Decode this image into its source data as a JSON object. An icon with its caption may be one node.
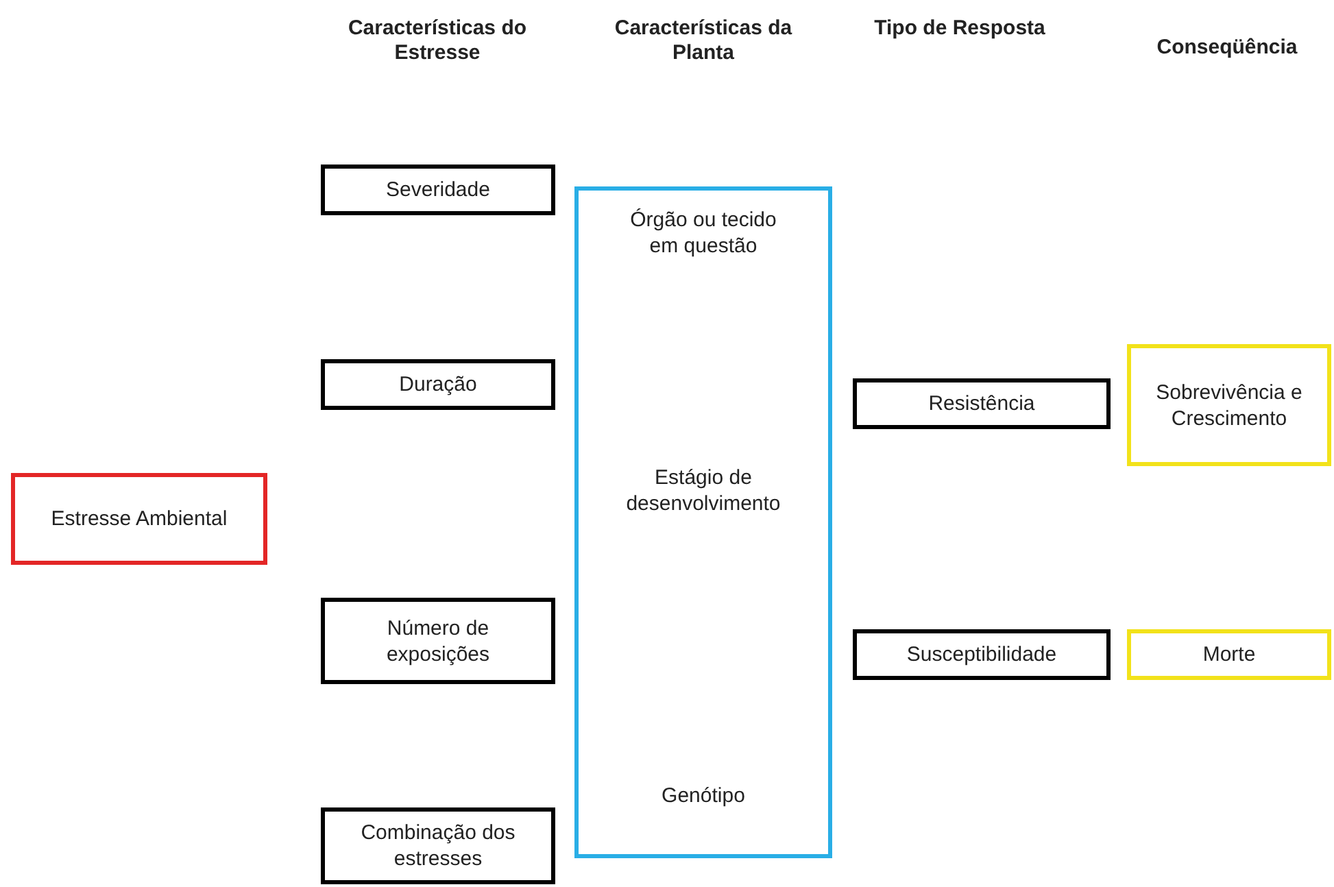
{
  "diagram": {
    "nodes": [
      {
        "text": [
          "Estresse Ambiental"
        ]
      },
      {
        "text": [
          "Severidade"
        ]
      },
      {
        "text": [
          "Duração"
        ]
      },
      {
        "text": [
          "Número de exposições"
        ]
      },
      {
        "text": [
          "Combinação dos estresses"
        ]
      },
      {
        "text": [
          "Órgão ou tecido em questão",
          "Estágio de desenvolvimento",
          "Genótipo"
        ]
      },
      {
        "text": [
          "Resistência"
        ]
      },
      {
        "text": [
          "Susceptibilidade"
        ]
      },
      {
        "text": [
          "Sobrevivência e Crescimento"
        ]
      },
      {
        "text": [
          "Morte"
        ]
      }
    ],
    "labels": [
      "Características do Estresse",
      "Características da Planta",
      "Tipo de Resposta",
      "Conseqüência"
    ]
  }
}
